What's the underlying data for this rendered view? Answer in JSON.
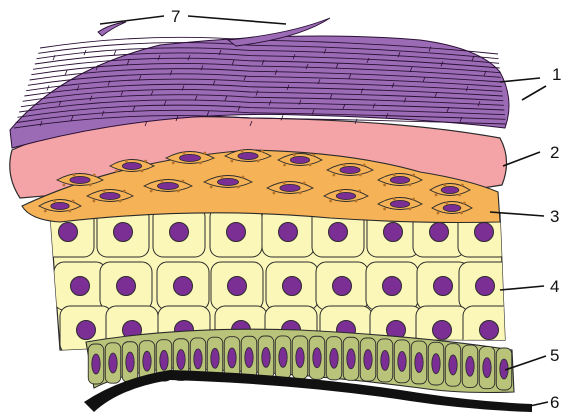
{
  "diagram": {
    "callouts": [
      {
        "key": "c1a",
        "text": "1"
      },
      {
        "key": "c1b",
        "text": "1"
      },
      {
        "key": "c2",
        "text": "2"
      },
      {
        "key": "c3",
        "text": "3"
      },
      {
        "key": "c4",
        "text": "4"
      },
      {
        "key": "c5",
        "text": "5"
      },
      {
        "key": "c6",
        "text": "6"
      },
      {
        "key": "c7",
        "text": "7"
      }
    ],
    "colors": {
      "corneum_fill": "#9b6cb5",
      "corneum_line": "#2a1035",
      "lucidum_fill": "#f4a3a6",
      "granulosum_fill": "#f5b257",
      "granule_dot": "#b5722a",
      "spinosum_fill": "#fbf7b8",
      "nucleus_fill": "#7b2f95",
      "basale_fill": "#b9c47a",
      "basement": "#111111",
      "outline": "#2b2b2b"
    }
  }
}
